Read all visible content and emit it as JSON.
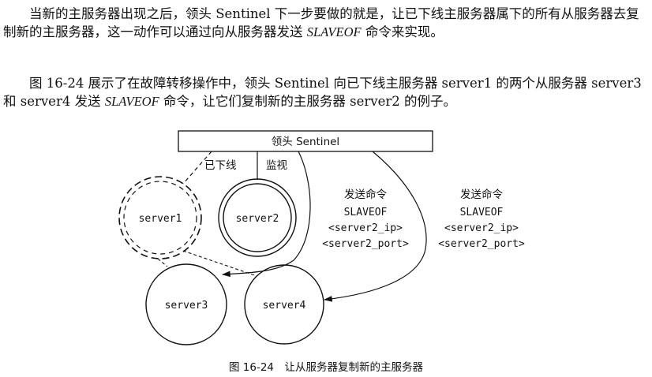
{
  "paragraph1": {
    "before": "当新的主服务器出现之后，领头 Sentinel 下一步要做的就是，让已下线主服务器属下的所有从服务器去复制新的主服务器，这一动作可以通过向从服务器发送 ",
    "command": "SLAVEOF",
    "after": " 命令来实现。"
  },
  "paragraph2": {
    "before": "图 16-24 展示了在故障转移操作中，领头 Sentinel 向已下线主服务器 server1 的两个从服务器 server3 和 server4 发送 ",
    "command": "SLAVEOF",
    "after": " 命令，让它们复制新的主服务器 server2 的例子。"
  },
  "figure": {
    "sentinel_label": "领头 Sentinel",
    "offline_label": "已下线",
    "monitor_label": "监视",
    "server1": "server1",
    "server2": "server2",
    "server3": "server3",
    "server4": "server4",
    "cmd_left": {
      "title": "发送命令",
      "line1": "SLAVEOF",
      "line2": "<server2_ip>",
      "line3": "<server2_port>"
    },
    "cmd_right": {
      "title": "发送命令",
      "line1": "SLAVEOF",
      "line2": "<server2_ip>",
      "line3": "<server2_port>"
    }
  },
  "caption": "图 16-24　让从服务器复制新的主服务器"
}
